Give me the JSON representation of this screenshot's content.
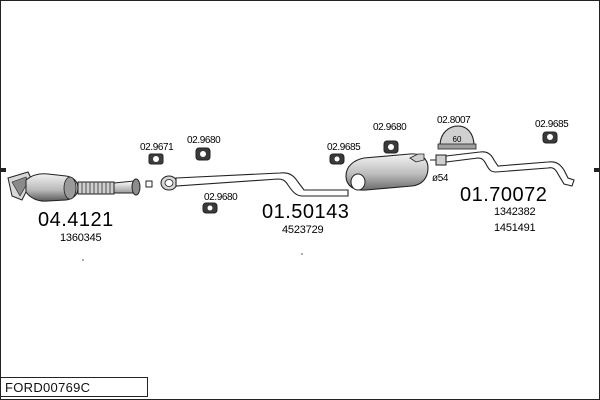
{
  "doc": {
    "code": "FORD00769C"
  },
  "components": [
    {
      "id": "cat",
      "part_no": "04.4121",
      "ref": "1360345"
    },
    {
      "id": "middle",
      "part_no": "01.50143",
      "ref": "4523729"
    },
    {
      "id": "rear",
      "part_no": "01.70072",
      "ref1": "1342382",
      "ref2": "1451491"
    }
  ],
  "hangers": [
    {
      "id": "h1",
      "label": "02.9671"
    },
    {
      "id": "h2",
      "label": "02.9680"
    },
    {
      "id": "h3",
      "label": "02.9680"
    },
    {
      "id": "h4",
      "label": "02.9685"
    },
    {
      "id": "h5",
      "label": "02.9680"
    },
    {
      "id": "h6",
      "label": "02.8007"
    },
    {
      "id": "h7",
      "label": "02.9685"
    }
  ],
  "annotations": {
    "diameter": "ø54",
    "clamp_size": "60"
  },
  "colors": {
    "line": "#222222",
    "fill_light": "#e9e9e9",
    "fill_mid": "#bdbdbd",
    "fill_dark": "#555555"
  }
}
